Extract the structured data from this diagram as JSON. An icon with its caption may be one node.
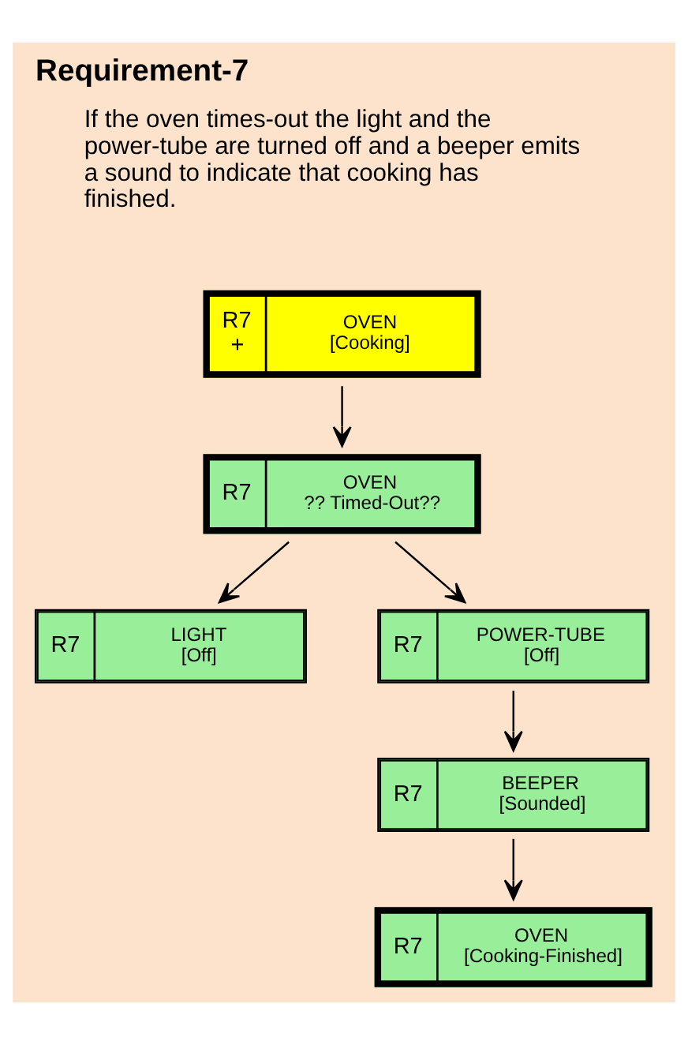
{
  "diagram": {
    "title": "Requirement-7",
    "nodes": [
      {
        "text": [
          "R7",
          "+",
          "OVEN",
          "[Cooking]"
        ]
      },
      {
        "text": [
          "R7",
          "OVEN",
          "?? Timed-Out??"
        ]
      },
      {
        "text": [
          "R7",
          "LIGHT",
          "[Off]"
        ]
      },
      {
        "text": [
          "R7",
          "POWER-TUBE",
          "[Off]"
        ]
      },
      {
        "text": [
          "R7",
          "BEEPER",
          "[Sounded]"
        ]
      },
      {
        "text": [
          "R7",
          "OVEN",
          "[Cooking-Finished]"
        ]
      }
    ],
    "edges": [
      {
        "from": 0,
        "to": 1,
        "arrow": "to"
      },
      {
        "from": 1,
        "to": 2,
        "arrow": "to"
      },
      {
        "from": 1,
        "to": 3,
        "arrow": "to"
      },
      {
        "from": 3,
        "to": 4,
        "arrow": "to"
      },
      {
        "from": 4,
        "to": 5,
        "arrow": "to"
      }
    ],
    "labels": [
      "If the oven times-out the light and the power-tube are turned off and a beeper emits a sound to indicate that cooking has finished."
    ]
  }
}
